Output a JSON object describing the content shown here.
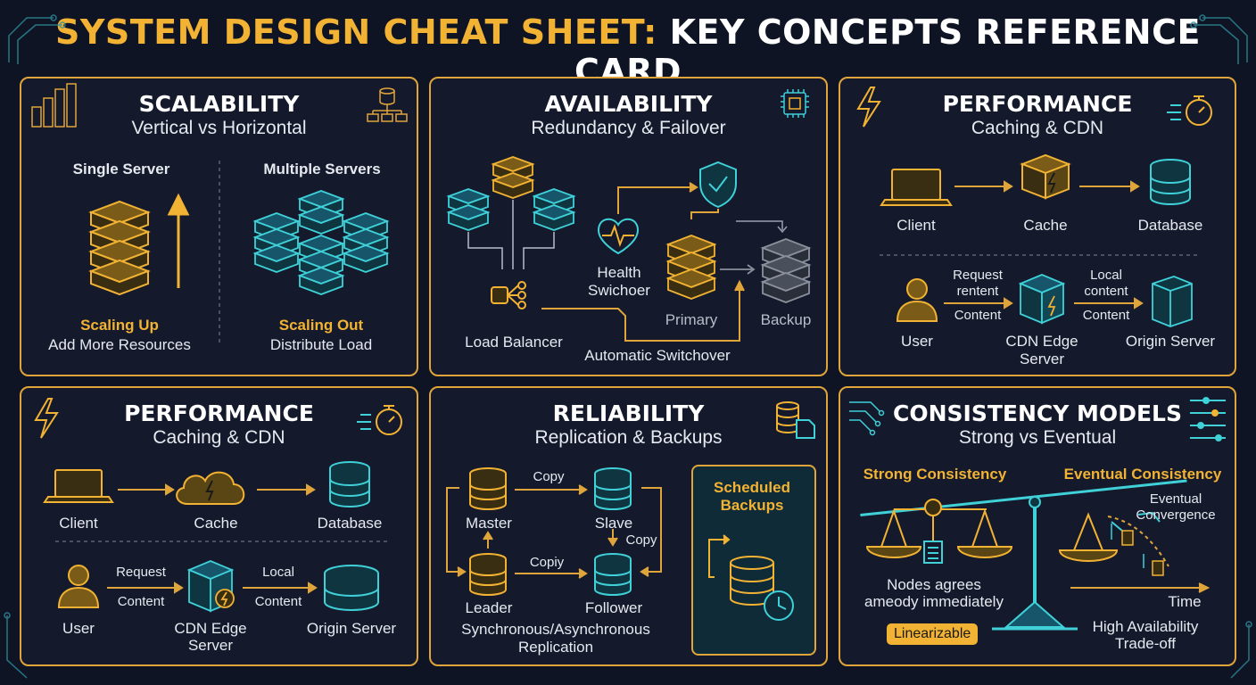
{
  "header": {
    "title_part1": "SYSTEM DESIGN CHEAT SHEET:",
    "title_part2": "KEY CONCEPTS REFERENCE CARD"
  },
  "colors": {
    "accent": "#f2b233",
    "teal": "#3fd0d8",
    "panel_border": "#e0a53a",
    "background": "#0f1424"
  },
  "panels": {
    "scalability": {
      "title": "SCALABILITY",
      "subtitle": "Vertical vs Horizontal",
      "left_heading": "Single Server",
      "right_heading": "Multiple Servers",
      "left_caption": "Scaling Up",
      "left_detail": "Add More Resources",
      "right_caption": "Scaling Out",
      "right_detail": "Distribute Load",
      "icons": [
        "bar-chart-servers-icon",
        "hierarchy-database-icon"
      ]
    },
    "availability": {
      "title": "AVAILABILITY",
      "subtitle": "Redundancy & Failover",
      "load_balancer": "Load Balancer",
      "health_line1": "Health",
      "health_line2": "Swichoer",
      "primary": "Primary",
      "backup": "Backup",
      "switchover": "Automatic Switchover",
      "icons": [
        "chip-icon",
        "shield-check-icon",
        "heartbeat-icon"
      ]
    },
    "performance_top": {
      "title": "PERFORMANCE",
      "subtitle": "Caching & CDN",
      "client": "Client",
      "cache": "Cache",
      "database": "Database",
      "user": "User",
      "request_line1": "Request",
      "request_line2": "rentent",
      "content_left": "Content",
      "local_line1": "Local",
      "local_line2": "content",
      "content_right": "Content",
      "cdn_line1": "CDN Edge",
      "cdn_line2": "Server",
      "origin": "Origin Server",
      "icons": [
        "lightning-icon",
        "stopwatch-icon"
      ]
    },
    "performance_bottom": {
      "title": "PERFORMANCE",
      "subtitle": "Caching & CDN",
      "client": "Client",
      "cache": "Cache",
      "database": "Database",
      "user": "User",
      "request": "Request",
      "content_left": "Content",
      "local": "Local",
      "content_right": "Content",
      "cdn_line1": "CDN Edge",
      "cdn_line2": "Server",
      "origin": "Origin Server",
      "icons": [
        "lightning-icon",
        "stopwatch-icon"
      ]
    },
    "reliability": {
      "title": "RELIABILITY",
      "subtitle": "Replication & Backups",
      "master": "Master",
      "slave": "Slave",
      "leader": "Leader",
      "follower": "Follower",
      "copy_top": "Copy",
      "copy_right": "Copy",
      "copy_bottom": "Copiy",
      "sync_line1": "Synchronous/Asynchronous",
      "sync_line2": "Replication",
      "scheduled_line1": "Scheduled",
      "scheduled_line2": "Backups",
      "icons": [
        "database-file-icon",
        "database-clock-icon"
      ]
    },
    "consistency": {
      "title": "CONSISTENCY MODELS",
      "subtitle": "Strong vs Eventual",
      "strong": "Strong Consistency",
      "eventual": "Eventual Consistency",
      "eventual_conv_line1": "Eventual",
      "eventual_conv_line2": "Convergence",
      "nodes_line1": "Nodes agrees",
      "nodes_line2": "ameody immediately",
      "time": "Time",
      "linearizable": "Linearizable",
      "ha_line1": "High Availability",
      "ha_line2": "Trade-off",
      "icons": [
        "circuit-icon",
        "sliders-icon",
        "balance-scale-icon"
      ]
    }
  }
}
